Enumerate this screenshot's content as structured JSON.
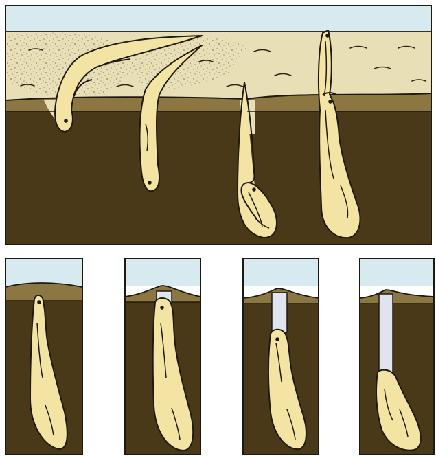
{
  "figure": {
    "panels": [
      {
        "name": "main-scene",
        "organisms": 4
      },
      {
        "name": "stage-1"
      },
      {
        "name": "stage-2"
      },
      {
        "name": "stage-3"
      },
      {
        "name": "stage-4"
      }
    ]
  },
  "colors": {
    "sky": "#d6eaf0",
    "sediment_light": "#e9dfb7",
    "sediment_band": "#8c7642",
    "burrow_dark": "#4a3918",
    "body": "#f4e4a4",
    "outline": "#1e1a10",
    "mucus_tube": "#dfe4ee"
  }
}
